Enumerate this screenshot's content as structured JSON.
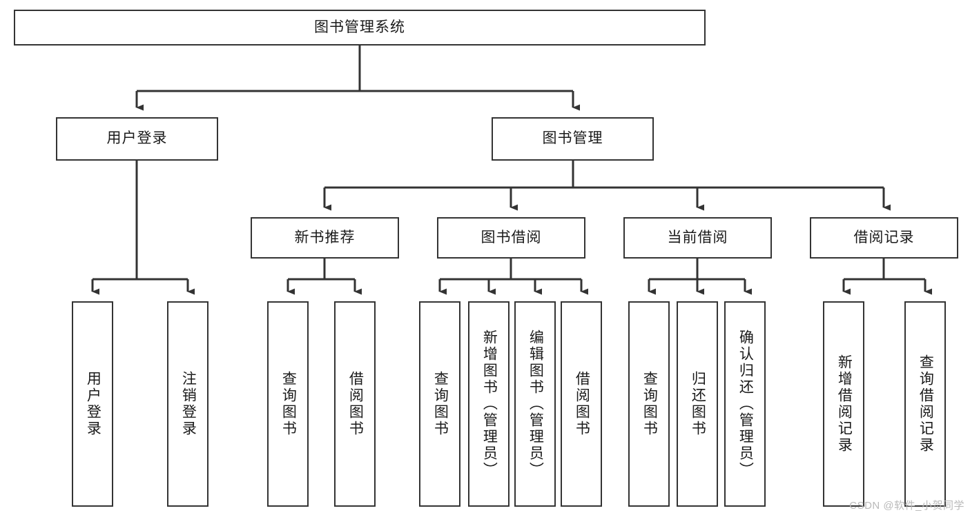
{
  "diagram": {
    "title": "图书管理系统",
    "type": "tree-hierarchy",
    "watermark": "CSDN @软件_小贺同学",
    "colors": {
      "node_border": "#333333",
      "node_fill": "#ffffff",
      "edge": "#333333",
      "text": "#1a1a1a",
      "background": "#ffffff",
      "watermark": "#b9b9b9"
    },
    "levels": {
      "root": {
        "label": "图书管理系统"
      },
      "level2": [
        {
          "id": "user-login",
          "label": "用户登录"
        },
        {
          "id": "book-manage",
          "label": "图书管理"
        }
      ],
      "level3": [
        {
          "id": "new-book-recommend",
          "label": "新书推荐",
          "parent": "book-manage"
        },
        {
          "id": "book-borrow",
          "label": "图书借阅",
          "parent": "book-manage"
        },
        {
          "id": "current-borrow",
          "label": "当前借阅",
          "parent": "book-manage"
        },
        {
          "id": "borrow-record",
          "label": "借阅记录",
          "parent": "book-manage"
        }
      ],
      "leaves": [
        {
          "id": "leaf-user-login",
          "label": "用户登录",
          "parent": "user-login"
        },
        {
          "id": "leaf-user-logout",
          "label": "注销登录",
          "parent": "user-login"
        },
        {
          "id": "leaf-query-book-1",
          "label": "查询图书",
          "parent": "new-book-recommend"
        },
        {
          "id": "leaf-borrow-book-1",
          "label": "借阅图书",
          "parent": "new-book-recommend"
        },
        {
          "id": "leaf-query-book-2",
          "label": "查询图书",
          "parent": "book-borrow"
        },
        {
          "id": "leaf-add-book",
          "label": "新增图书（管理员）",
          "parent": "book-borrow"
        },
        {
          "id": "leaf-edit-book",
          "label": "编辑图书（管理员）",
          "parent": "book-borrow"
        },
        {
          "id": "leaf-borrow-book-2",
          "label": "借阅图书",
          "parent": "book-borrow"
        },
        {
          "id": "leaf-query-book-3",
          "label": "查询图书",
          "parent": "current-borrow"
        },
        {
          "id": "leaf-return-book",
          "label": "归还图书",
          "parent": "current-borrow"
        },
        {
          "id": "leaf-confirm-return",
          "label": "确认归还（管理员）",
          "parent": "current-borrow"
        },
        {
          "id": "leaf-add-record",
          "label": "新增借阅记录",
          "parent": "borrow-record"
        },
        {
          "id": "leaf-query-record",
          "label": "查询借阅记录",
          "parent": "borrow-record"
        }
      ]
    }
  }
}
